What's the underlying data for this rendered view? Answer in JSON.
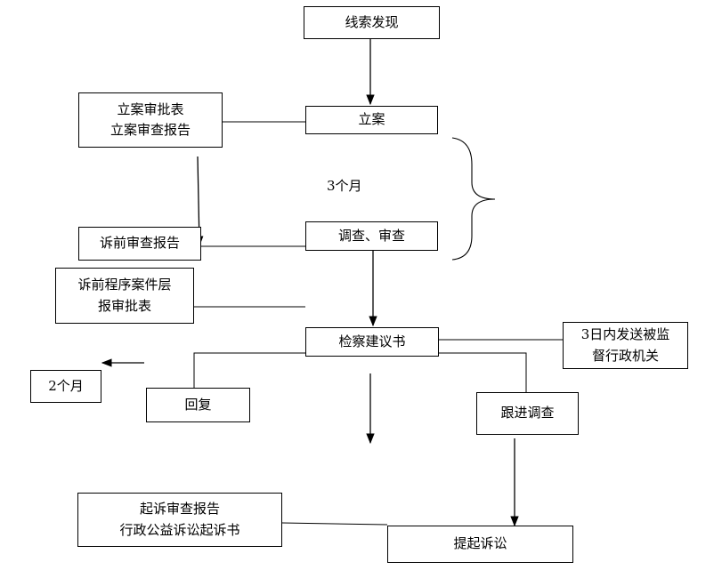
{
  "nodes": {
    "clue_found": "线索发现",
    "approval_form_line1": "立案审批表",
    "approval_form_line2": "立案审查报告",
    "file_case": "立案",
    "three_months": "3个月",
    "pretrial_report": "诉前审查报告",
    "investigate": "调查、审查",
    "pretrial_procedure_line1": "诉前程序案件层",
    "pretrial_procedure_line2": "报审批表",
    "procuratorial_proposal": "检察建议书",
    "send_in_3_days_line1": "3日内发送被监",
    "send_in_3_days_line2": "督行政机关",
    "two_months": "2个月",
    "reply": "回复",
    "follow_up": "跟进调查",
    "prosecution_report_line1": "起诉审查报告",
    "prosecution_report_line2": "行政公益诉讼起诉书",
    "file_lawsuit": "提起诉讼"
  }
}
